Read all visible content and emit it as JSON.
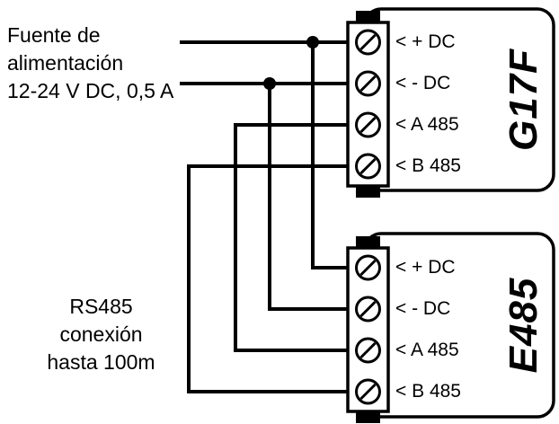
{
  "labels": {
    "power": [
      "Fuente de",
      "alimentación",
      "12-24 V DC, 0,5 A"
    ],
    "rs485": [
      "RS485",
      "conexión",
      "hasta 100m"
    ]
  },
  "devices": [
    {
      "name": "G17F",
      "terminals": [
        "< + DC",
        "< - DC",
        "< A 485",
        "< B 485"
      ]
    },
    {
      "name": "E485",
      "terminals": [
        "< + DC",
        "< - DC",
        "< A 485",
        "< B 485"
      ]
    }
  ],
  "colors": {
    "wire": "#000000",
    "background": "#ffffff"
  }
}
